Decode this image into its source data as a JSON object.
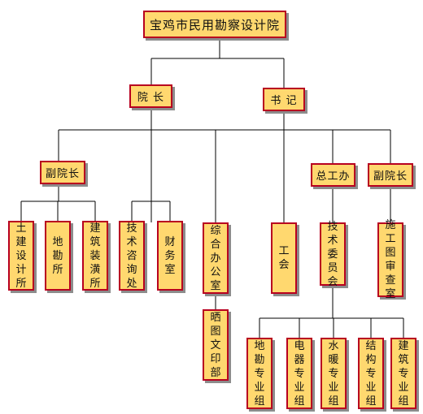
{
  "org": {
    "root": "宝鸡市民用勘察设计院",
    "president": "院 长",
    "secretary": "书 记",
    "vp_left": "副院长",
    "general_office": "总工办",
    "vp_right": "副院长",
    "civil_survey_institute": "土建设计所",
    "survey_institute": "地勘所",
    "architecture_decoration_institute": "建筑装潢所",
    "tech_consulting_office": "技术咨询处",
    "finance_office": "财务室",
    "general_admin_office": "综合办公室",
    "print_department": "晒图文印部",
    "labor_union": "工 会",
    "technical_committee": "技术委员会",
    "construction_review_office": "施工图审查室",
    "geo_survey_group": "地勘专业组",
    "electrical_group": "电器专业组",
    "hvac_plumbing_group": "水暖专业组",
    "structural_group": "结构专业组",
    "architecture_group": "建筑专业组"
  },
  "colors": {
    "box_fill": "#FFD86F",
    "box_border": "#B8001F",
    "box_shadow": "#8C8C8C",
    "connector": "#000000"
  }
}
